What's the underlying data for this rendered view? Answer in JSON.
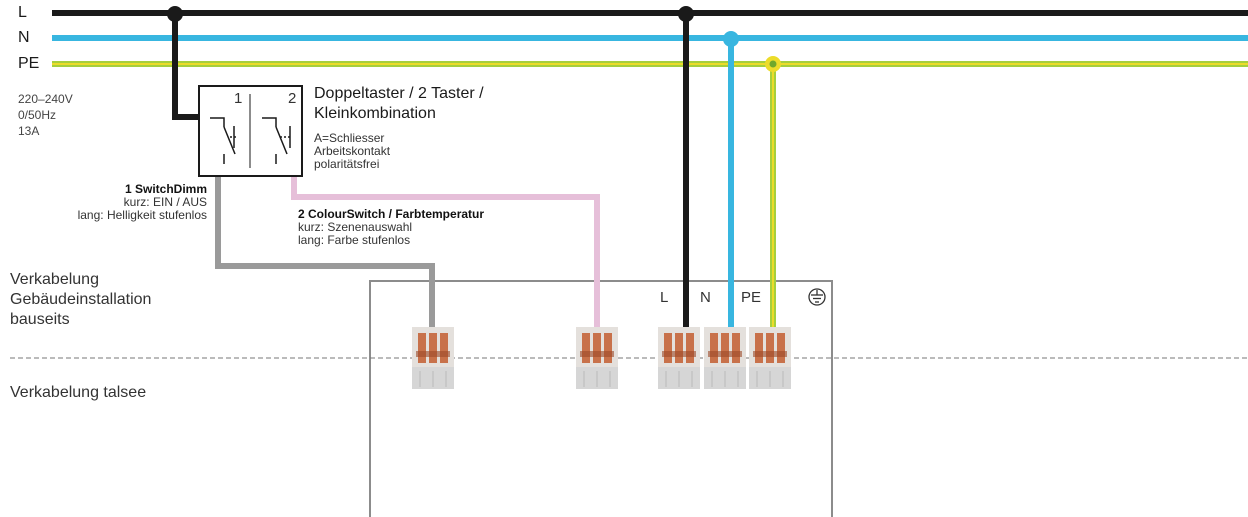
{
  "bus": {
    "l_label": "L",
    "n_label": "N",
    "pe_label": "PE",
    "spec_lines": [
      "220–240V",
      "0/50Hz",
      "13A"
    ]
  },
  "switch": {
    "num1": "1",
    "num2": "2",
    "title_lines": [
      "Doppeltaster / 2 Taster /",
      "Kleinkombination"
    ],
    "desc_lines": [
      "A=Schliesser",
      "Arbeitskontakt",
      "polaritätsfrei"
    ]
  },
  "switchdimm": {
    "title": "1 SwitchDimm",
    "lines": [
      "kurz: EIN / AUS",
      "lang: Helligkeit stufenlos"
    ]
  },
  "colourswitch": {
    "title": "2 ColourSwitch / Farbtemperatur",
    "lines": [
      "kurz: Szenenauswahl",
      "lang: Farbe stufenlos"
    ]
  },
  "sections": {
    "building_lines": [
      "Verkabelung",
      "Gebäudeinstallation",
      "bauseits"
    ],
    "talsee": "Verkabelung talsee"
  },
  "terminals": {
    "l": "L",
    "n": "N",
    "pe": "PE",
    "ground_icon": "earth-ground-icon"
  },
  "colors": {
    "live": "#1a1a1a",
    "neutral": "#38b6e0",
    "pe_green": "#a6cf3c",
    "pe_yellow": "#ecdc2a",
    "switch_wire_1": "#9a9a9a",
    "switch_wire_2": "#e6bfd9",
    "connector_orange": "#c8714a"
  }
}
